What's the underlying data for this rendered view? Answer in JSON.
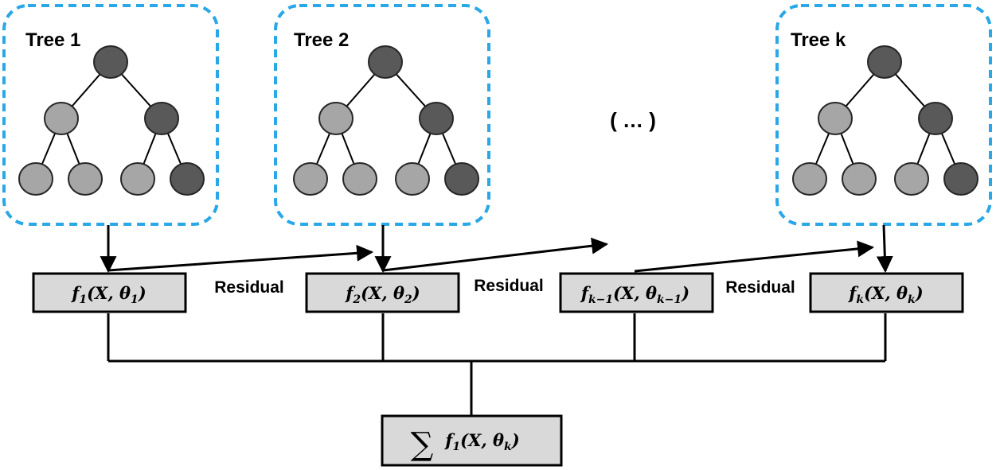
{
  "colors": {
    "frame": "#2aa7e6",
    "dark_node": "#595959",
    "light_node": "#a6a6a6",
    "box_fill": "#d9d9d9",
    "line": "#000000"
  },
  "trees": [
    {
      "label": "Tree 1",
      "node_shades": [
        "dark",
        "light",
        "dark",
        "light",
        "light",
        "light",
        "dark"
      ]
    },
    {
      "label": "Tree 2",
      "node_shades": [
        "dark",
        "light",
        "dark",
        "light",
        "light",
        "light",
        "dark"
      ]
    },
    {
      "label": "Tree k",
      "node_shades": [
        "dark",
        "light",
        "dark",
        "light",
        "light",
        "light",
        "dark"
      ]
    }
  ],
  "ellipsis": "( … )",
  "functions": [
    {
      "f": "f",
      "f_sub": "1",
      "mid": "(X, θ",
      "theta_sub": "1",
      "end": ")"
    },
    {
      "f": "f",
      "f_sub": "2",
      "mid": "(X, θ",
      "theta_sub": "2",
      "end": ")"
    },
    {
      "f": "f",
      "f_sub": "k−1",
      "mid": "(X, θ",
      "theta_sub": "k−1",
      "end": ")"
    },
    {
      "f": "f",
      "f_sub": "k",
      "mid": "(X, θ",
      "theta_sub": "k",
      "end": ")"
    }
  ],
  "residual_labels": [
    "Residual",
    "Residual",
    "Residual"
  ],
  "sum": {
    "symbol": "∑",
    "f": "f",
    "f_sub": "1",
    "mid": "(X, θ",
    "theta_sub": "k",
    "end": ")"
  }
}
